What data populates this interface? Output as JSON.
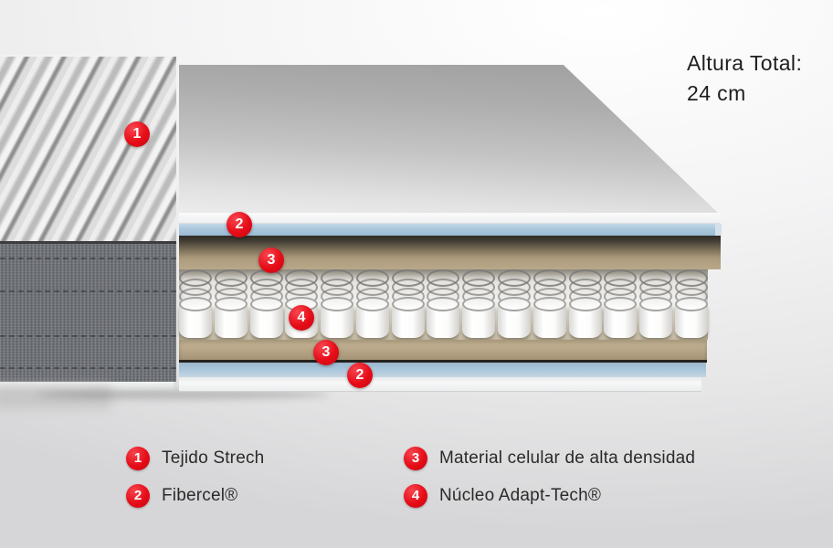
{
  "diagram": {
    "title": {
      "line1": "Altura Total:",
      "line2": "24 cm"
    },
    "markers": [
      {
        "n": "1"
      },
      {
        "n": "2"
      },
      {
        "n": "3"
      },
      {
        "n": "4"
      },
      {
        "n": "3"
      },
      {
        "n": "2"
      }
    ],
    "legend": [
      {
        "n": "1",
        "label": "Tejido Strech"
      },
      {
        "n": "2",
        "label": "Fibercel®"
      },
      {
        "n": "3",
        "label": "Material celular de alta densidad"
      },
      {
        "n": "4",
        "label": "Núcleo Adapt-Tech®"
      }
    ],
    "colors": {
      "accent_red": "#e60c17",
      "fibercel_blue": "#aac7dc",
      "foam_tan": "#b3a284",
      "text_dark": "#1e1e1e"
    },
    "springs_count": 15
  }
}
